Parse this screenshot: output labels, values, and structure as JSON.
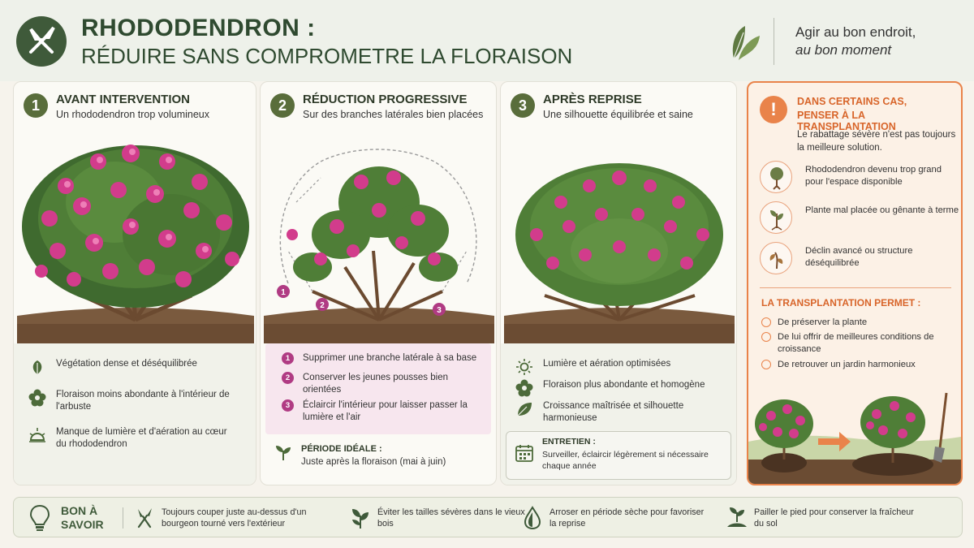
{
  "header": {
    "title_line1": "RHODODENDRON :",
    "title_line2": "RÉDUIRE SANS COMPROMETRE LA FLORAISON",
    "tagline_line1": "Agir au bon endroit,",
    "tagline_line2": "au bon moment",
    "logo_icon": "pruning-shears-icon"
  },
  "colors": {
    "primary_green": "#3f5a3a",
    "accent_orange": "#e9834a",
    "step_magenta": "#b03b83",
    "flower_pink": "#d23c8c"
  },
  "panels": [
    {
      "number": "1",
      "title": "AVANT INTERVENTION",
      "subtitle": "Un rhododendron trop volumineux",
      "features": [
        {
          "icon": "leaves-icon",
          "text": "Végétation dense et déséquilibrée"
        },
        {
          "icon": "flower-icon",
          "text": "Floraison moins abondante à l'intérieur de l'arbuste"
        },
        {
          "icon": "half-sun-icon",
          "text": "Manque de lumière et d'aération au cœur du rhododendron"
        }
      ]
    },
    {
      "number": "2",
      "title": "RÉDUCTION PROGRESSIVE",
      "subtitle": "Sur des branches latérales bien placées",
      "markers": [
        "1",
        "2",
        "3"
      ],
      "steps": [
        {
          "num": "1",
          "text": "Supprimer une branche latérale à sa base"
        },
        {
          "num": "2",
          "text": "Conserver les jeunes pousses bien orientées"
        },
        {
          "num": "3",
          "text": "Éclaircir l'intérieur pour laisser passer la lumière et l'air"
        }
      ],
      "period_label": "PÉRIODE IDÉALE :",
      "period_text": "Juste après la floraison (mai à juin)"
    },
    {
      "number": "3",
      "title": "APRÈS REPRISE",
      "subtitle": "Une silhouette équilibrée et saine",
      "features": [
        {
          "icon": "sun-icon",
          "text": "Lumière et aération optimisées"
        },
        {
          "icon": "flower-icon",
          "text": "Floraison plus abondante et homogène"
        },
        {
          "icon": "leaf-icon",
          "text": "Croissance maîtrisée et silhouette harmonieuse"
        }
      ],
      "maintenance_label": "ENTRETIEN :",
      "maintenance_text": "Surveiller, éclaircir légèrement si nécessaire chaque année"
    }
  ],
  "transplant": {
    "title_line1": "DANS CERTAINS CAS,",
    "title_line2": "PENSER À LA TRANSPLANTATION",
    "description": "Le rabattage sévère n'est pas toujours la meilleure solution.",
    "conditions": [
      {
        "icon": "tree-icon",
        "text": "Rhododendron devenu trop grand pour l'espace disponible"
      },
      {
        "icon": "sapling-icon",
        "text": "Plante mal placée ou gênante à terme"
      },
      {
        "icon": "wilted-plant-icon",
        "text": "Déclin avancé ou structure déséquilibrée"
      }
    ],
    "permits_title": "LA TRANSPLANTATION PERMET :",
    "permits": [
      "De préserver la plante",
      "De lui offrir de meilleures conditions de croissance",
      "De retrouver un jardin harmonieux"
    ]
  },
  "tips": {
    "label_line1": "BON À",
    "label_line2": "SAVOIR",
    "items": [
      {
        "icon": "shears-icon",
        "text": "Toujours couper juste au-dessus d'un bourgeon tourné vers l'extérieur"
      },
      {
        "icon": "leaves-icon",
        "text": "Éviter les tailles sévères dans le vieux bois"
      },
      {
        "icon": "water-drop-icon",
        "text": "Arroser en période sèche pour favoriser la reprise"
      },
      {
        "icon": "mulch-icon",
        "text": "Pailler le pied pour conserver la fraîcheur du sol"
      }
    ]
  }
}
